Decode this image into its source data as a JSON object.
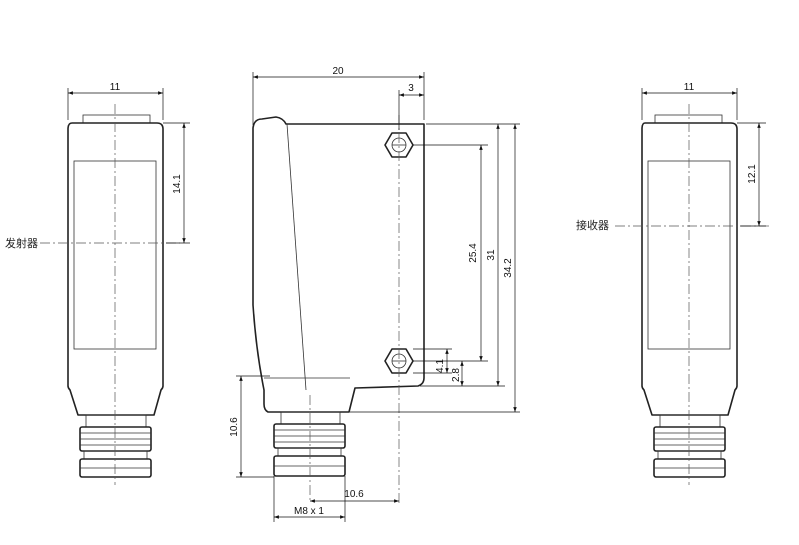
{
  "labels": {
    "emitter": "发射器",
    "receiver": "接收器",
    "thread": "M8 x 1"
  },
  "dimensions": {
    "left_width": "11",
    "left_height": "14.1",
    "side_width": "20",
    "side_offset": "3",
    "hole_spacing": "25.4",
    "height_31": "31",
    "height_34": "34.2",
    "hole_small": "4.1",
    "hole_bottom": "2.8",
    "connector_height": "10.6",
    "connector_offset": "10.6",
    "right_width": "11",
    "right_height": "12.1"
  }
}
